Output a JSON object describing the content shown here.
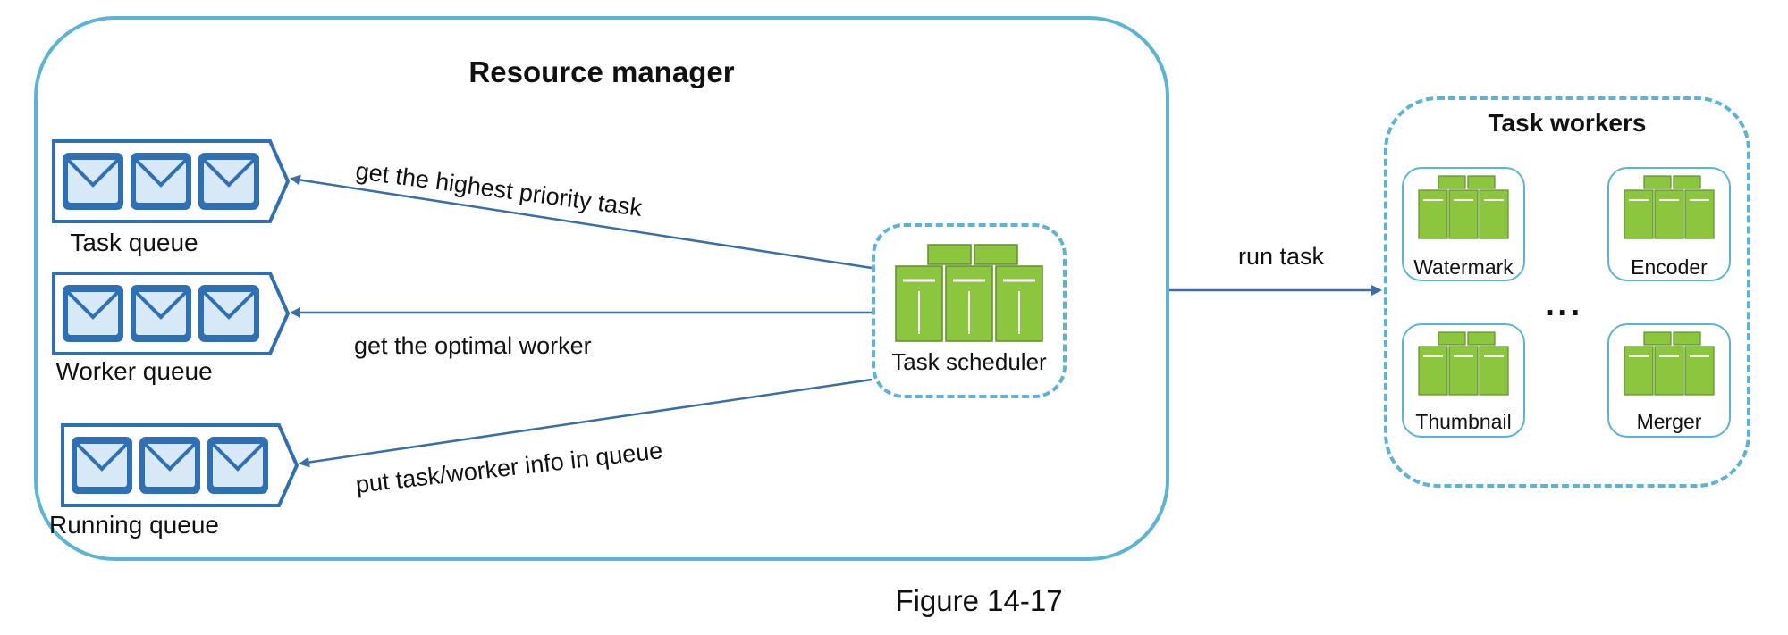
{
  "resource_manager": {
    "title": "Resource manager"
  },
  "queues": [
    {
      "label": "Task queue"
    },
    {
      "label": "Worker queue"
    },
    {
      "label": "Running queue"
    }
  ],
  "scheduler": {
    "label": "Task scheduler",
    "icon": "server-icon"
  },
  "edges": {
    "highest_priority": "get the highest priority task",
    "optimal_worker": "get the optimal worker",
    "put_info": "put task/worker info in queue",
    "run_task": "run task"
  },
  "task_workers": {
    "title": "Task workers",
    "items": [
      {
        "label": "Watermark"
      },
      {
        "label": "Encoder"
      },
      {
        "label": "Thumbnail"
      },
      {
        "label": "Merger"
      }
    ],
    "more": "..."
  },
  "caption": "Figure 14-17",
  "colors": {
    "border_blue": "#5bb4d6",
    "queue_blue": "#2f6fb3",
    "queue_light": "#d7e9f7",
    "server_green": "#8cc63f",
    "server_dark": "#5e8f2a",
    "arrow": "#3a6ea5"
  }
}
